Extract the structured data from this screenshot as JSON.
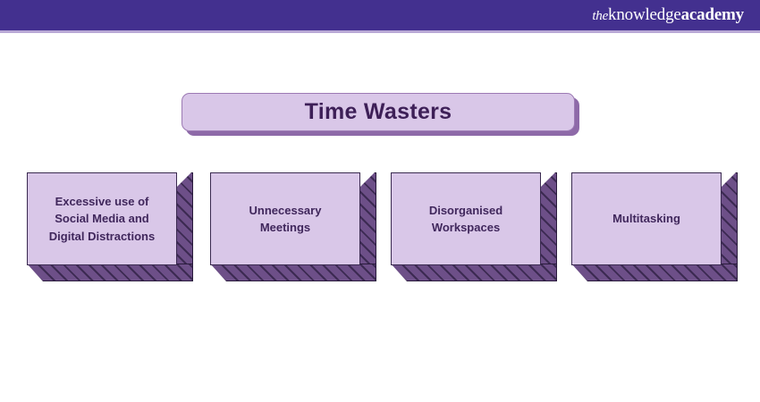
{
  "header": {
    "background_color": "#43308f",
    "underline_color": "#b9a9d6",
    "logo": {
      "name": "the-knowledge-academy-logo",
      "the": "the",
      "knowledge": "knowledge",
      "academy": "academy"
    }
  },
  "title": {
    "text": "Time Wasters",
    "fill_color": "#d9c7e8",
    "border_color": "#9c7ab4",
    "shadow_color": "#8e6aa8",
    "text_color": "#3d1f57"
  },
  "boxes": {
    "face_color": "#d9c7e8",
    "face_border_color": "#3a2a50",
    "extrusion_color": "#6d4f88",
    "extrusion_stripe_color": "#3c2a52",
    "text_color": "#40275c",
    "items": [
      {
        "label": "Excessive use of\nSocial Media and\nDigital Distractions"
      },
      {
        "label": "Unnecessary\nMeetings"
      },
      {
        "label": "Disorganised\nWorkspaces"
      },
      {
        "label": "Multitasking"
      }
    ]
  }
}
